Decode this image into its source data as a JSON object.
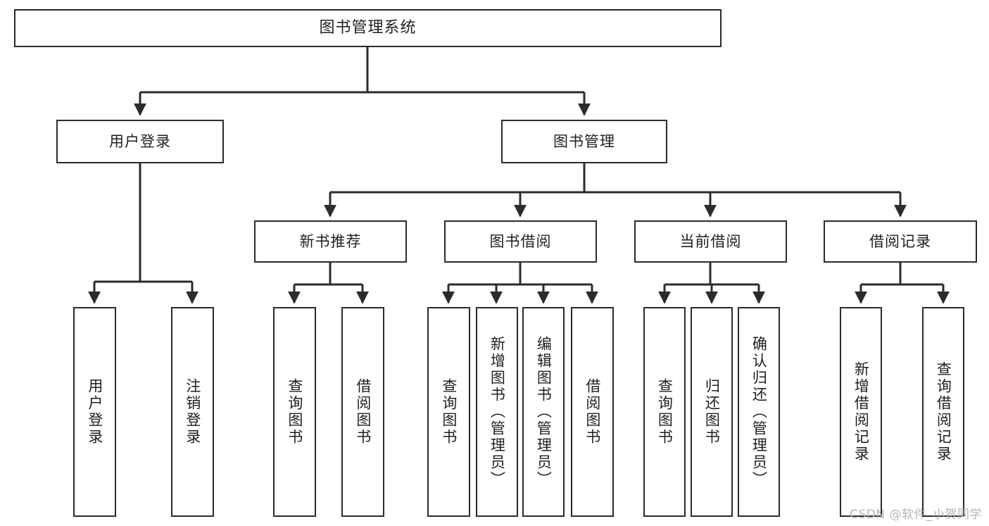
{
  "diagram": {
    "title": "图书管理系统",
    "type": "tree",
    "watermark": "CSDN @软件_小贺同学",
    "colors": {
      "box_border": "#2b2b2b",
      "box_fill": "#ffffff",
      "edge": "#2b2b2b",
      "text": "#1f1f1f",
      "watermark": "#b5b5b5"
    },
    "root": {
      "id": "root",
      "label": "图书管理系统"
    },
    "level2": [
      {
        "id": "user-login",
        "label": "用户登录"
      },
      {
        "id": "book-mgmt",
        "label": "图书管理"
      }
    ],
    "level3": [
      {
        "id": "new-book-rec",
        "label": "新书推荐",
        "parent": "book-mgmt"
      },
      {
        "id": "book-borrow",
        "label": "图书借阅",
        "parent": "book-mgmt"
      },
      {
        "id": "current-borrow",
        "label": "当前借阅",
        "parent": "book-mgmt"
      },
      {
        "id": "borrow-record",
        "label": "借阅记录",
        "parent": "book-mgmt"
      }
    ],
    "leaves": [
      {
        "id": "leaf-user-login",
        "label": "用户登录",
        "parent": "user-login"
      },
      {
        "id": "leaf-user-logout",
        "label": "注销登录",
        "parent": "user-login"
      },
      {
        "id": "leaf-rec-query-book",
        "label": "查询图书",
        "parent": "new-book-rec"
      },
      {
        "id": "leaf-rec-borrow-book",
        "label": "借阅图书",
        "parent": "new-book-rec"
      },
      {
        "id": "leaf-borrow-query-book",
        "label": "查询图书",
        "parent": "book-borrow"
      },
      {
        "id": "leaf-borrow-add-book",
        "label": "新增图书（管理员）",
        "parent": "book-borrow"
      },
      {
        "id": "leaf-borrow-edit-book",
        "label": "编辑图书（管理员）",
        "parent": "book-borrow"
      },
      {
        "id": "leaf-borrow-borrow-book",
        "label": "借阅图书",
        "parent": "book-borrow"
      },
      {
        "id": "leaf-cur-query-book",
        "label": "查询图书",
        "parent": "current-borrow"
      },
      {
        "id": "leaf-cur-return-book",
        "label": "归还图书",
        "parent": "current-borrow"
      },
      {
        "id": "leaf-cur-confirm-return",
        "label": "确认归还（管理员）",
        "parent": "current-borrow"
      },
      {
        "id": "leaf-rec-add-record",
        "label": "新增借阅记录",
        "parent": "borrow-record"
      },
      {
        "id": "leaf-rec-query-record",
        "label": "查询借阅记录",
        "parent": "borrow-record"
      }
    ]
  }
}
